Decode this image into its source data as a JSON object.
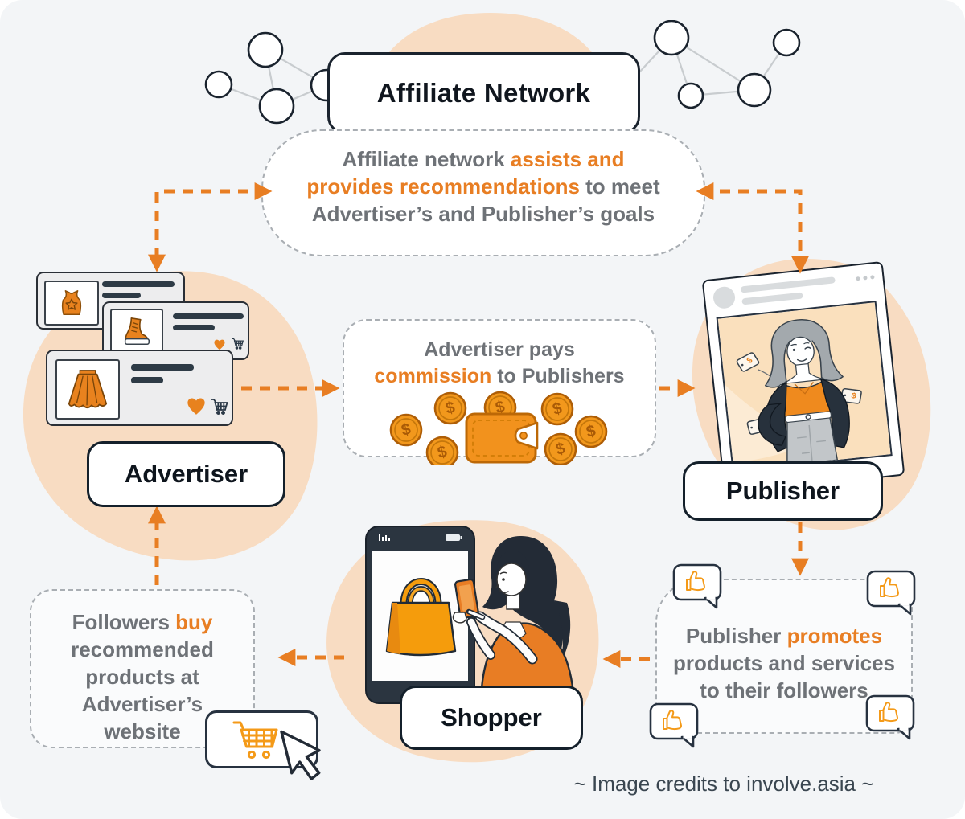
{
  "title_card": {
    "label": "Affiliate Network"
  },
  "network_bubble": {
    "line1_normal": "Affiliate network ",
    "line1_em": "assists and",
    "line2_em": "provides recommendations",
    "line2_normal": " to meet",
    "line3": "Advertiser’s and Publisher’s goals"
  },
  "commission_bubble": {
    "line1": "Advertiser pays",
    "line2_em": "commission",
    "line2_normal": " to Publishers"
  },
  "promotes_bubble": {
    "line1_normal": "Publisher ",
    "line1_em": "promotes",
    "line2": "products and services",
    "line3": "to their followers"
  },
  "followers_bubble": {
    "line1_normal": "Followers ",
    "line1_em": "buy",
    "line2": "recommended",
    "line3": "products at",
    "line4": "Advertiser’s",
    "line5": "website"
  },
  "entity_labels": {
    "advertiser": "Advertiser",
    "publisher": "Publisher",
    "shopper": "Shopper"
  },
  "credits": "~ Image credits to involve.asia ~",
  "icons": {
    "cart": "shopping-cart",
    "thumb": "thumbs-up",
    "heart": "heart",
    "wallet": "wallet-with-dollar-coins",
    "coin": "dollar-coin",
    "cursor": "mouse-cursor",
    "network_node": "circle-node",
    "products": [
      "tank-top",
      "boot",
      "skirt"
    ]
  },
  "colors": {
    "accent_orange": "#E87E23",
    "illustration_orange": "#F2981C",
    "text_gray": "#6E7277",
    "dark_navy": "#27323E",
    "peach_blob": "#F8DCC2",
    "background": "#F3F5F7",
    "dashed_border": "#A9AEB3"
  }
}
